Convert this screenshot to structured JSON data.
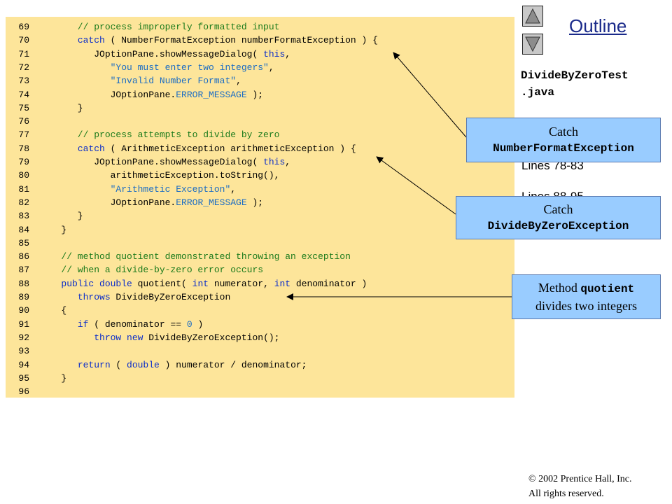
{
  "outline": {
    "title": "Outline",
    "file_name_part1": "DivideByZeroTest",
    "file_name_part2": ".java",
    "lines_ref_1": "Lines 78-83",
    "lines_ref_2": "Lines 88-95"
  },
  "code_lines": [
    {
      "n": "69",
      "t": [
        [
          "cm",
          "      // process improperly formatted input"
        ]
      ]
    },
    {
      "n": "70",
      "t": [
        [
          "",
          "      "
        ],
        [
          "kw",
          "catch"
        ],
        [
          "",
          " ( NumberFormatException numberFormatException ) {"
        ]
      ]
    },
    {
      "n": "71",
      "t": [
        [
          "",
          "         JOptionPane.showMessageDialog( "
        ],
        [
          "kw",
          "this"
        ],
        [
          "",
          ","
        ]
      ]
    },
    {
      "n": "72",
      "t": [
        [
          "",
          "            "
        ],
        [
          "st",
          "\"You must enter two integers\""
        ],
        [
          "",
          ","
        ]
      ]
    },
    {
      "n": "73",
      "t": [
        [
          "",
          "            "
        ],
        [
          "st",
          "\"Invalid Number Format\""
        ],
        [
          "",
          ","
        ]
      ]
    },
    {
      "n": "74",
      "t": [
        [
          "",
          "            JOptionPane."
        ],
        [
          "cn",
          "ERROR_MESSAGE"
        ],
        [
          "",
          " );"
        ]
      ]
    },
    {
      "n": "75",
      "t": [
        [
          "",
          "      }"
        ]
      ]
    },
    {
      "n": "76",
      "t": [
        [
          "",
          ""
        ]
      ]
    },
    {
      "n": "77",
      "t": [
        [
          "cm",
          "      // process attempts to divide by zero"
        ]
      ]
    },
    {
      "n": "78",
      "t": [
        [
          "",
          "      "
        ],
        [
          "kw",
          "catch"
        ],
        [
          "",
          " ( ArithmeticException arithmeticException ) {"
        ]
      ]
    },
    {
      "n": "79",
      "t": [
        [
          "",
          "         JOptionPane.showMessageDialog( "
        ],
        [
          "kw",
          "this"
        ],
        [
          "",
          ","
        ]
      ]
    },
    {
      "n": "80",
      "t": [
        [
          "",
          "            arithmeticException.toString(),"
        ]
      ]
    },
    {
      "n": "81",
      "t": [
        [
          "",
          "            "
        ],
        [
          "st",
          "\"Arithmetic Exception\""
        ],
        [
          "",
          ","
        ]
      ]
    },
    {
      "n": "82",
      "t": [
        [
          "",
          "            JOptionPane."
        ],
        [
          "cn",
          "ERROR_MESSAGE"
        ],
        [
          "",
          " );"
        ]
      ]
    },
    {
      "n": "83",
      "t": [
        [
          "",
          "      }"
        ]
      ]
    },
    {
      "n": "84",
      "t": [
        [
          "",
          "   }"
        ]
      ]
    },
    {
      "n": "85",
      "t": [
        [
          "",
          ""
        ]
      ]
    },
    {
      "n": "86",
      "t": [
        [
          "cm",
          "   // method quotient demonstrated throwing an exception"
        ]
      ]
    },
    {
      "n": "87",
      "t": [
        [
          "cm",
          "   // when a divide-by-zero error occurs"
        ]
      ]
    },
    {
      "n": "88",
      "t": [
        [
          "",
          "   "
        ],
        [
          "kw",
          "public double"
        ],
        [
          "",
          " quotient( "
        ],
        [
          "kw",
          "int"
        ],
        [
          "",
          " numerator, "
        ],
        [
          "kw",
          "int"
        ],
        [
          "",
          " denominator )"
        ]
      ]
    },
    {
      "n": "89",
      "t": [
        [
          "",
          "      "
        ],
        [
          "kw",
          "throws"
        ],
        [
          "",
          " DivideByZeroException"
        ]
      ]
    },
    {
      "n": "90",
      "t": [
        [
          "",
          "   {"
        ]
      ]
    },
    {
      "n": "91",
      "t": [
        [
          "",
          "      "
        ],
        [
          "kw",
          "if"
        ],
        [
          "",
          " ( denominator == "
        ],
        [
          "cn",
          "0"
        ],
        [
          "",
          " )"
        ]
      ]
    },
    {
      "n": "92",
      "t": [
        [
          "",
          "         "
        ],
        [
          "kw",
          "throw new"
        ],
        [
          "",
          " DivideByZeroException();"
        ]
      ]
    },
    {
      "n": "93",
      "t": [
        [
          "",
          ""
        ]
      ]
    },
    {
      "n": "94",
      "t": [
        [
          "",
          "      "
        ],
        [
          "kw",
          "return"
        ],
        [
          "",
          " ( "
        ],
        [
          "kw",
          "double"
        ],
        [
          "",
          " ) numerator / denominator;"
        ]
      ]
    },
    {
      "n": "95",
      "t": [
        [
          "",
          "   }"
        ]
      ]
    },
    {
      "n": "96",
      "t": [
        [
          "",
          ""
        ]
      ]
    }
  ],
  "callouts": {
    "c1_line1": "Catch",
    "c1_line2": "NumberFormatException",
    "c2_line1": "Catch",
    "c2_line2": "DivideByZeroException",
    "c3_prefix": "Method ",
    "c3_code": "quotient",
    "c3_line2": "divides two integers"
  },
  "copyright": {
    "line1": "© 2002 Prentice Hall, Inc.",
    "line2": "All rights reserved."
  },
  "colors": {
    "panel_bg": "#fde59a",
    "keyword": "#0a2cc9",
    "comment": "#1b7a1b",
    "string": "#1a6cc4",
    "callout_bg": "#99ccff"
  }
}
